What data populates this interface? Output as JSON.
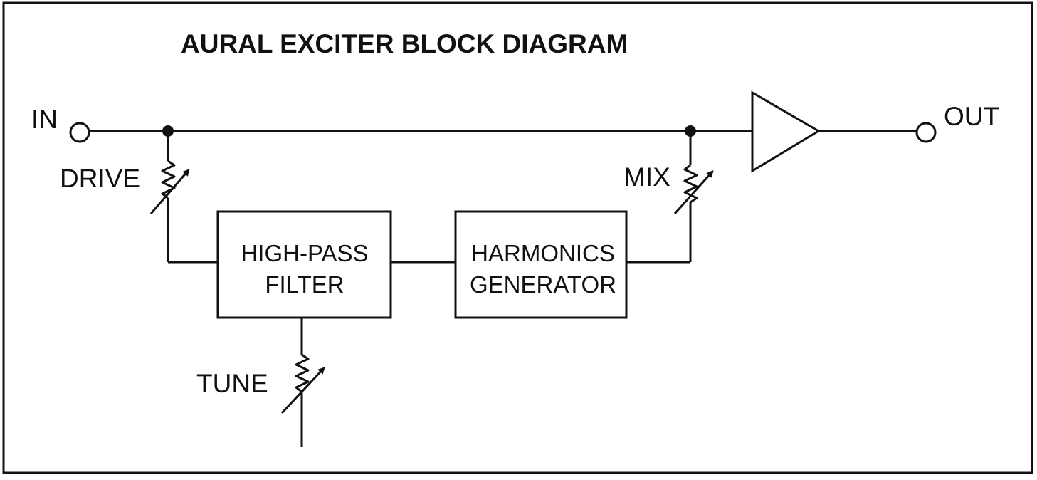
{
  "diagram": {
    "title": "AURAL EXCITER BLOCK DIAGRAM",
    "terminals": {
      "input": "IN",
      "output": "OUT"
    },
    "controls": {
      "drive": "DRIVE",
      "mix": "MIX",
      "tune": "TUNE"
    },
    "blocks": {
      "high_pass_filter": {
        "line1": "HIGH-PASS",
        "line2": "FILTER"
      },
      "harmonics_generator": {
        "line1": "HARMONICS",
        "line2": "GENERATOR"
      }
    },
    "icons": [
      "variable-resistor-icon",
      "amplifier-icon",
      "terminal-icon",
      "junction-dot-icon"
    ],
    "colors": {
      "ink": "#111111",
      "paper": "#ffffff"
    }
  }
}
